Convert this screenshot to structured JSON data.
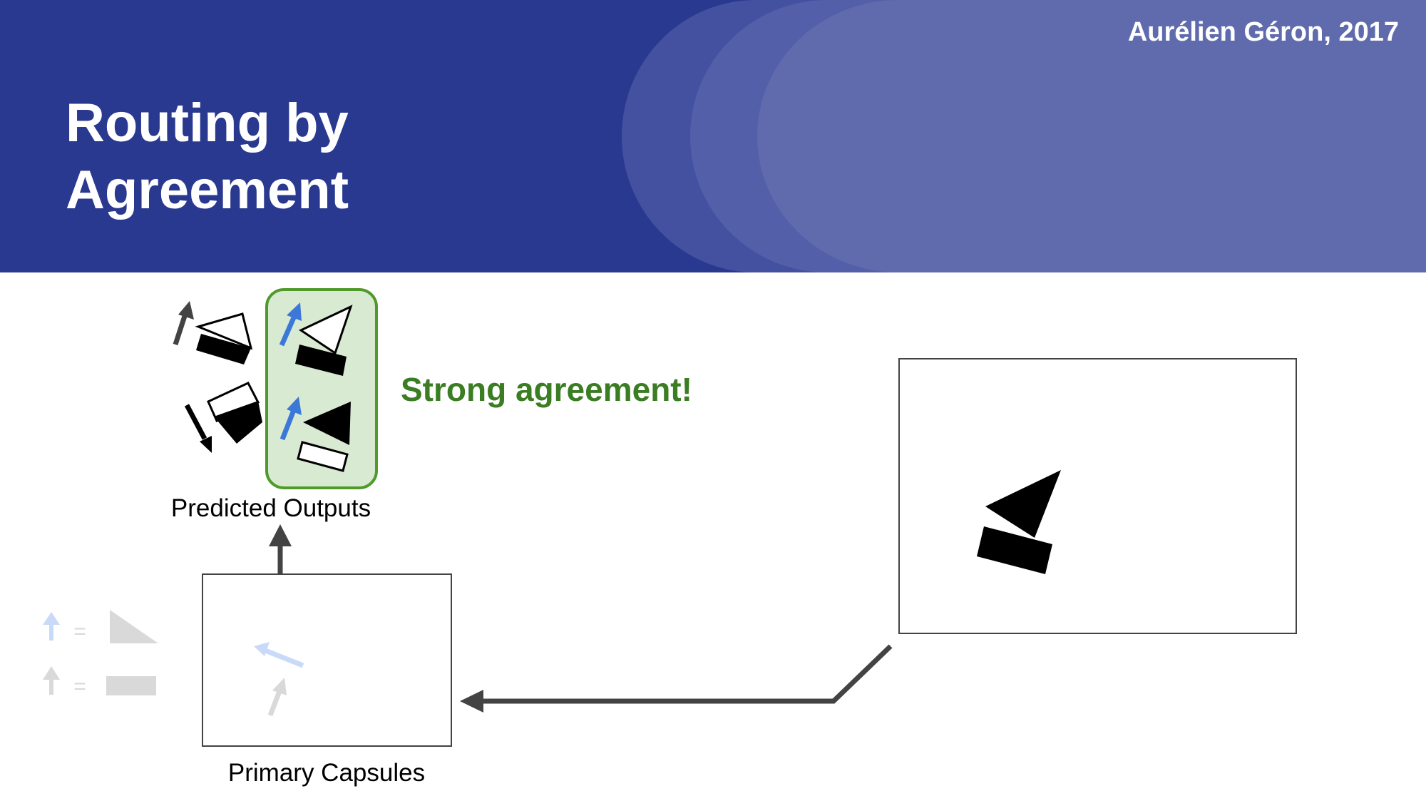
{
  "header": {
    "title_line1": "Routing by",
    "title_line2": "Agreement",
    "author": "Aurélien Géron, 2017"
  },
  "diagram": {
    "callout": "Strong agreement!",
    "predicted_outputs_label": "Predicted Outputs",
    "primary_capsules_label": "Primary Capsules",
    "legend": {
      "equals_1": "=",
      "equals_2": "="
    }
  },
  "colors": {
    "header_dark": "#2A3990",
    "header_mid": "#4451A0",
    "header_mid2": "#535FA8",
    "header_light": "#606BAE",
    "agreement_green": "#3A7D22",
    "agreement_fill": "#D9EAD3",
    "agreement_border": "#4F9A2A",
    "prediction_blue": "#3C78D8",
    "dark_gray": "#434343",
    "faded_blue": "#C9DAF8",
    "faded_gray": "#D9D9D9"
  }
}
